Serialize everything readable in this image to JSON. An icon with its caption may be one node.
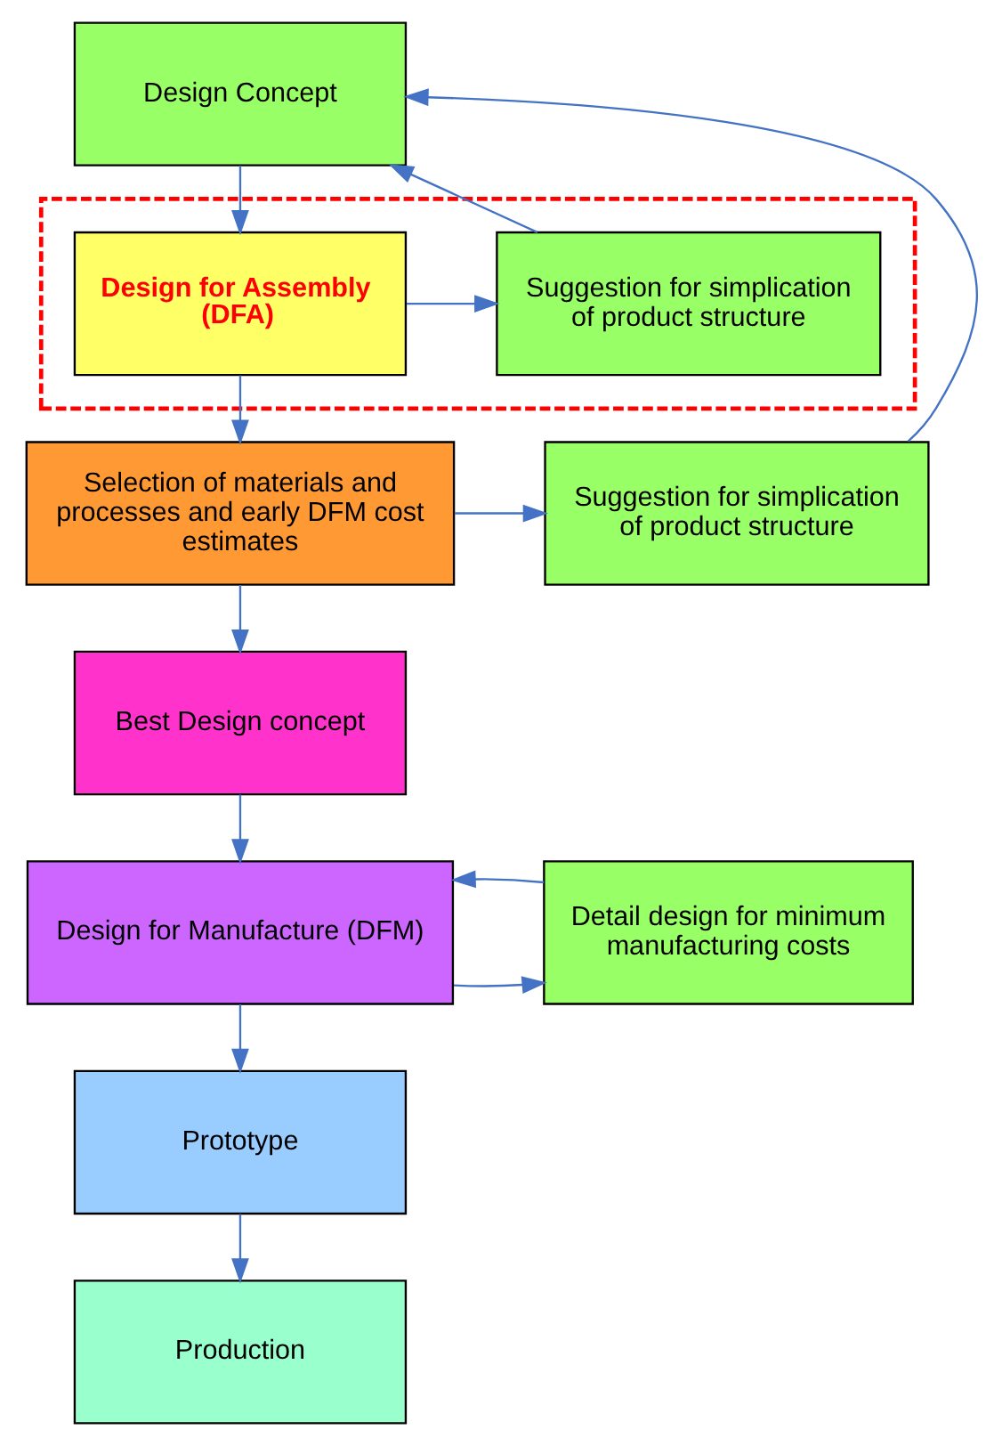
{
  "diagram": {
    "nodes": [
      {
        "text": [
          "Design Concept"
        ]
      },
      {
        "text": [],
        "shape": "box"
      },
      {
        "text": [
          "Design for Assembly (DFA)"
        ],
        "in": 1
      },
      {
        "text": [
          "Suggestion for simplication of product structure"
        ],
        "in": 1
      },
      {
        "text": [
          "Selection of materials and processes and early DFM cost estimates"
        ]
      },
      {
        "text": [
          "Suggestion for simplication of product structure"
        ]
      },
      {
        "text": [
          "Best Design concept"
        ]
      },
      {
        "text": [
          "Design for Manufacture (DFM)"
        ]
      },
      {
        "text": [
          "Detail design for minimum manufacturing costs"
        ]
      },
      {
        "text": [
          "Prototype"
        ]
      },
      {
        "text": [
          "Production"
        ]
      }
    ],
    "edges": [
      {
        "from": 0,
        "to": 2,
        "arrow": "to"
      },
      {
        "from": 2,
        "to": 3,
        "arrow": "to"
      },
      {
        "from": 3,
        "to": 0,
        "arrow": "to"
      },
      {
        "from": 2,
        "to": 4,
        "arrow": "to"
      },
      {
        "from": 4,
        "to": 5,
        "arrow": "to"
      },
      {
        "from": 5,
        "to": 0,
        "arrow": "to"
      },
      {
        "from": 4,
        "to": 6,
        "arrow": "to"
      },
      {
        "from": 6,
        "to": 7,
        "arrow": "to"
      },
      {
        "from": 7,
        "to": 8,
        "arrow": "to"
      },
      {
        "from": 8,
        "to": 7,
        "arrow": "to"
      },
      {
        "from": 7,
        "to": 9,
        "arrow": "to"
      },
      {
        "from": 9,
        "to": 10,
        "arrow": "to"
      }
    ]
  }
}
